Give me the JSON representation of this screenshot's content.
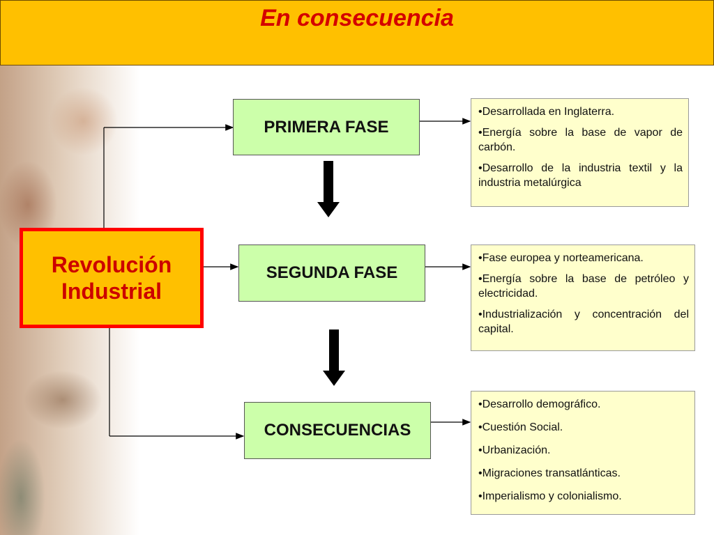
{
  "title": "En consecuencia",
  "main": {
    "label": "Revolución Industrial"
  },
  "phases": [
    {
      "label": "PRIMERA FASE"
    },
    {
      "label": "SEGUNDA FASE"
    },
    {
      "label": "CONSECUENCIAS"
    }
  ],
  "notes": [
    {
      "items": [
        "•Desarrollada en Inglaterra.",
        "•Energía sobre la base de vapor de carbón.",
        "•Desarrollo de la industria textil  y la industria metalúrgica"
      ]
    },
    {
      "items": [
        "•Fase europea y norteamericana.",
        "•Energía sobre la base de petróleo y electricidad.",
        "•Industrialización y concentración del capital."
      ]
    },
    {
      "items": [
        "•Desarrollo demográfico.",
        "•Cuestión Social.",
        "•Urbanización.",
        "•Migraciones transatlánticas.",
        "•Imperialismo y colonialismo."
      ]
    }
  ],
  "colors": {
    "header": "#ffc000",
    "title": "#d40000",
    "main_fill": "#ffc000",
    "main_border": "#ff0000",
    "phase_fill": "#ccffaa",
    "note_fill": "#ffffcc"
  }
}
